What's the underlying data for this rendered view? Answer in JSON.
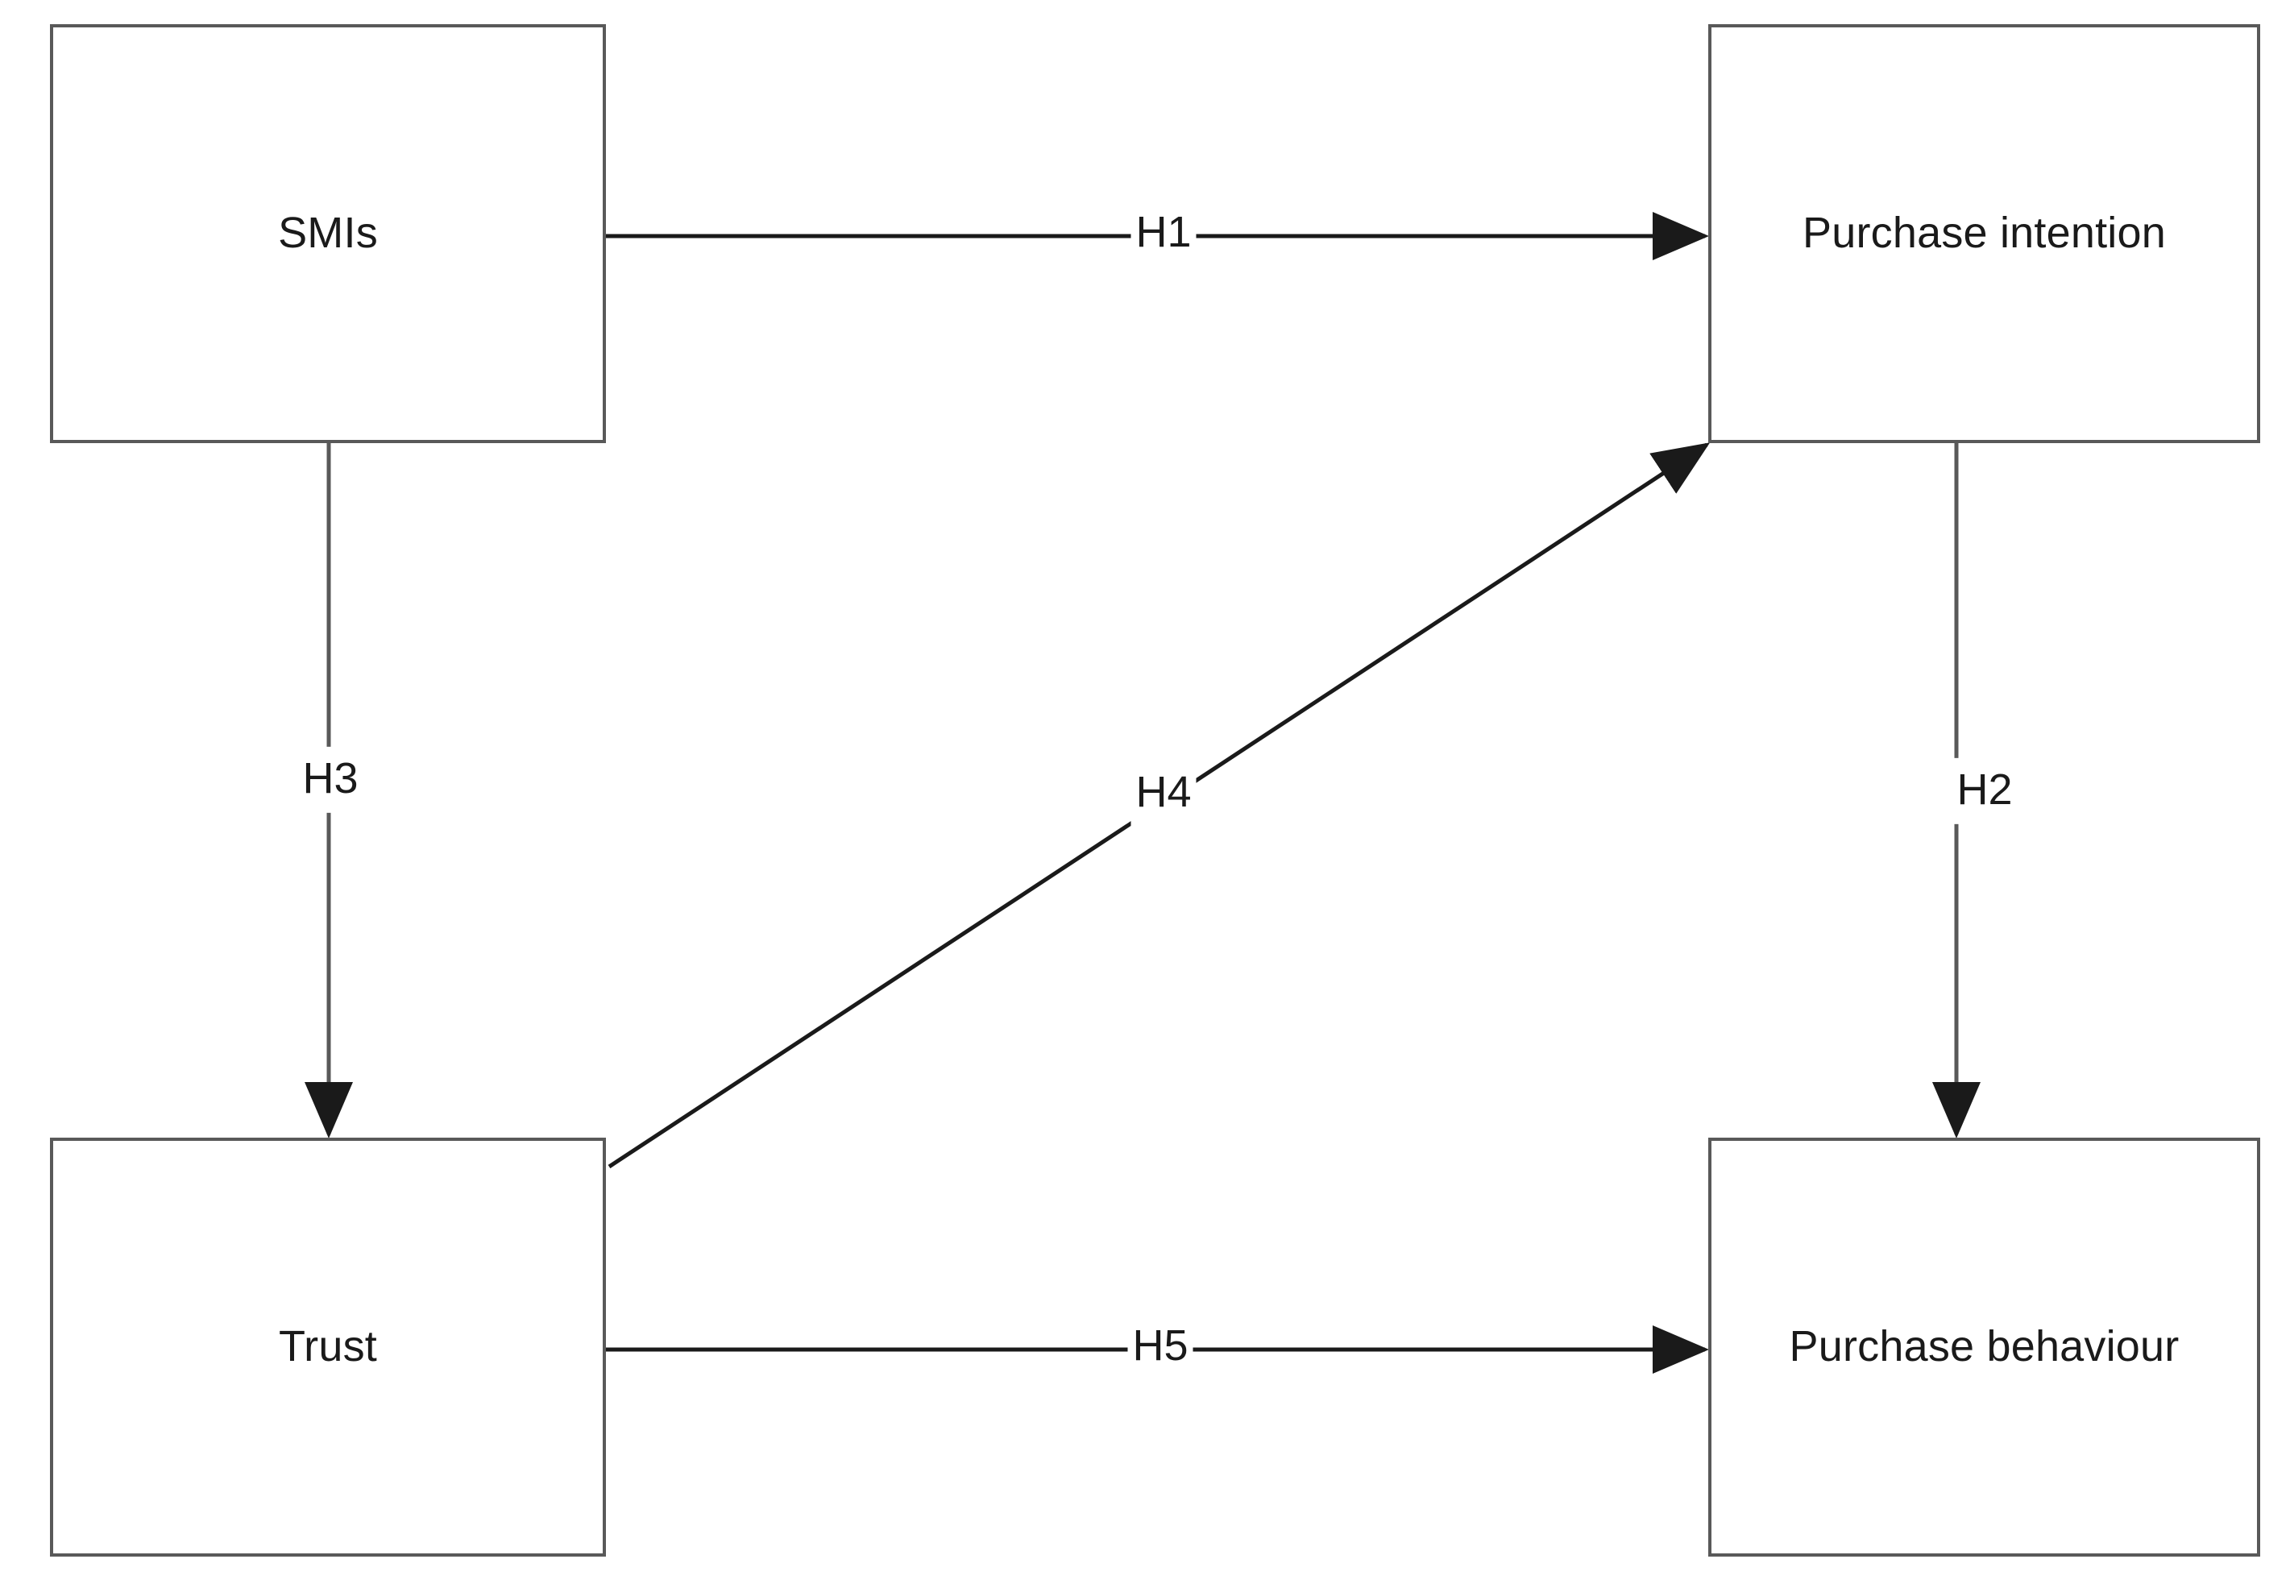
{
  "diagram": {
    "type": "conceptual-research-model",
    "background_color": "#ffffff",
    "box_border_color": "#595959",
    "line_color": "#1a1a1a",
    "text_color": "#1a1a1a",
    "nodes": [
      {
        "id": "smis",
        "label": "SMIs"
      },
      {
        "id": "purchase-intention",
        "label": "Purchase intention"
      },
      {
        "id": "trust",
        "label": "Trust"
      },
      {
        "id": "purchase-behaviour",
        "label": "Purchase behaviour"
      }
    ],
    "edges": [
      {
        "id": "h1",
        "label": "H1",
        "from": "smis",
        "to": "purchase-intention",
        "direction": "horizontal"
      },
      {
        "id": "h2",
        "label": "H2",
        "from": "purchase-intention",
        "to": "purchase-behaviour",
        "direction": "vertical"
      },
      {
        "id": "h3",
        "label": "H3",
        "from": "smis",
        "to": "trust",
        "direction": "vertical"
      },
      {
        "id": "h4",
        "label": "H4",
        "from": "trust",
        "to": "purchase-intention",
        "direction": "diagonal"
      },
      {
        "id": "h5",
        "label": "H5",
        "from": "trust",
        "to": "purchase-behaviour",
        "direction": "horizontal"
      }
    ]
  }
}
